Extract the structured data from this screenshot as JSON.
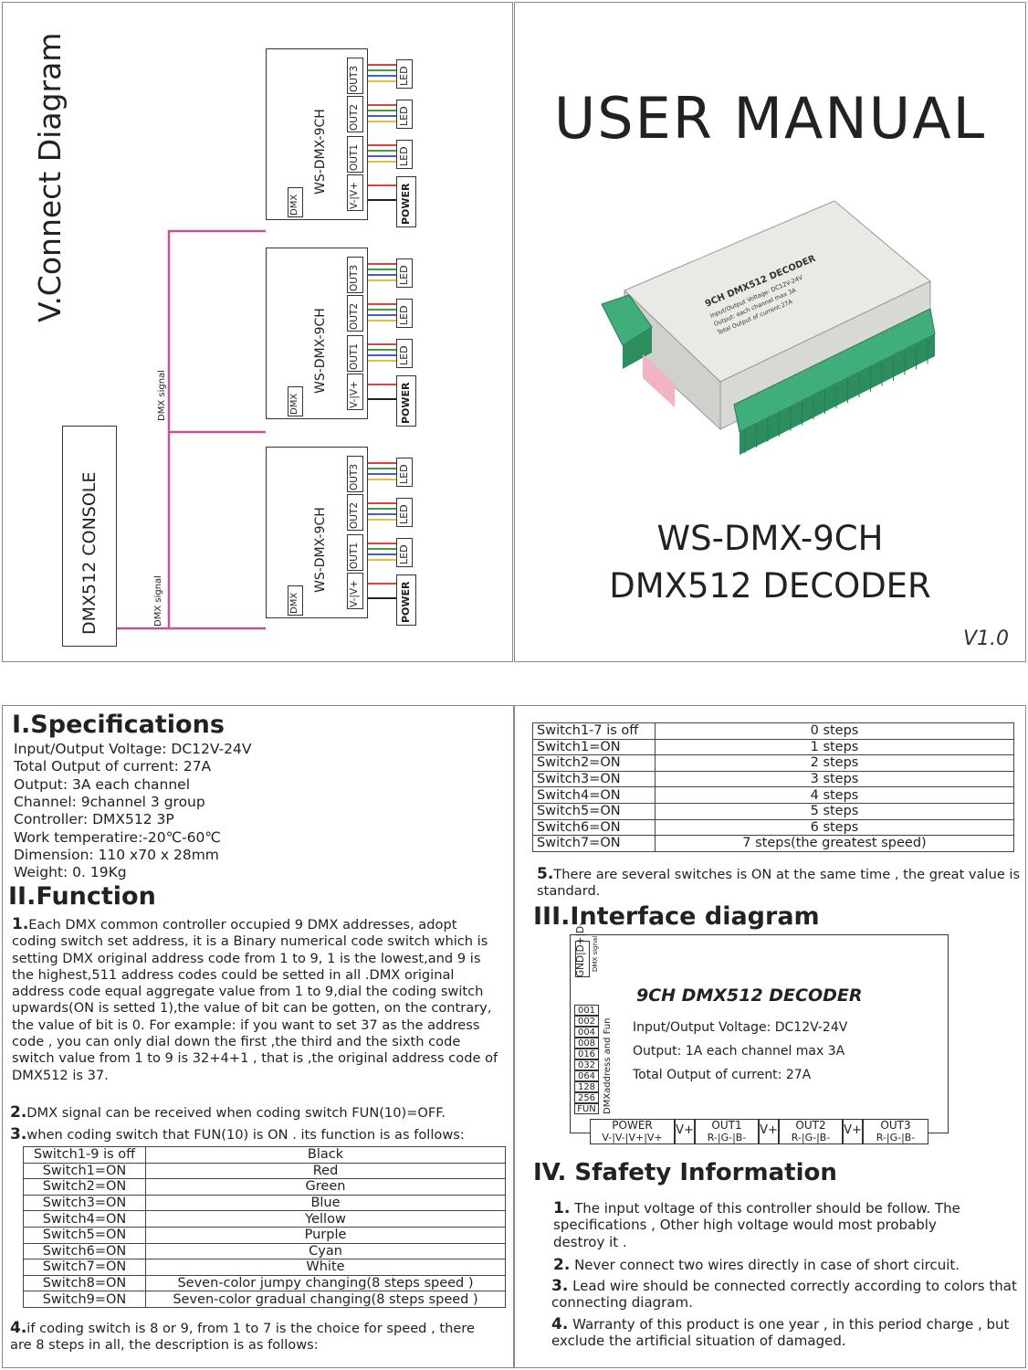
{
  "connect": {
    "title": "V.Connect Diagram",
    "console": "DMX512 CONSOLE",
    "signal_label": "DMX signal",
    "module_label": "WS-DMX-9CH",
    "dmx_label": "DMX",
    "power_in": "V-|V+",
    "out_labels": [
      "OUT1",
      "OUT2",
      "OUT3"
    ],
    "led_label": "LED",
    "power_label": "POWER"
  },
  "cover": {
    "title": "USER MANUAL",
    "model": "WS-DMX-9CH",
    "product": "DMX512 DECODER",
    "version": "V1.0",
    "device": {
      "title": "9CH DMX512 DECODER",
      "line1": "Input/Output Voltage: DC12V-24V",
      "line2": "Output: each channel max 3A",
      "line3": "Total Output of current:27A"
    }
  },
  "spec": {
    "heading": "I.Specifications",
    "lines": [
      "Input/Output Voltage: DC12V-24V",
      "Total Output of current: 27A",
      "Output: 3A each channel",
      "Channel: 9channel 3 group",
      "Controller: DMX512  3P",
      "Work temperatire:-20℃-60℃",
      "Dimension: 110 x70 x 28mm",
      "Weight: 0. 19Kg"
    ]
  },
  "function": {
    "heading": "II.Function",
    "p1_num": "1.",
    "p1": "Each DMX common controller occupied 9  DMX addresses, adopt coding switch set address, it is a Binary numerical code switch which is setting DMX original address code from 1 to 9, 1 is the lowest,and 9 is the highest,511 address codes  could be setted  in all .DMX original address code equal aggregate value from 1 to 9,dial the coding switch upwards(ON is setted 1),the value of bit can be  gotten, on the contrary, the value of bit is 0. For example: if you want to set 37 as the address code , you can only dial down the first ,the third and the  sixth code switch value from 1 to 9 is 32+4+1 , that is ,the original address  code of DMX512 is 37.",
    "p2_num": "2.",
    "p2": "DMX signal can be received when coding switch FUN(10)=OFF.",
    "p3_num": "3.",
    "p3": "when coding switch that FUN(10) is ON . its function is as follows:",
    "table": [
      [
        "Switch1-9 is off",
        "Black"
      ],
      [
        "Switch1=ON",
        "Red"
      ],
      [
        "Switch2=ON",
        "Green"
      ],
      [
        "Switch3=ON",
        "Blue"
      ],
      [
        "Switch4=ON",
        "Yellow"
      ],
      [
        "Switch5=ON",
        "Purple"
      ],
      [
        "Switch6=ON",
        "Cyan"
      ],
      [
        "Switch7=ON",
        "White"
      ],
      [
        "Switch8=ON",
        "Seven-color jumpy changing(8 steps speed )"
      ],
      [
        "Switch9=ON",
        "Seven-color gradual changing(8 steps speed )"
      ]
    ],
    "p4_num": "4.",
    "p4": "if coding switch is 8 or 9,  from 1 to 7 is the choice for speed , there are 8 steps in all, the description is as follows:"
  },
  "speed": {
    "table": [
      [
        "Switch1-7 is off",
        "0 steps"
      ],
      [
        "Switch1=ON",
        "1 steps"
      ],
      [
        "Switch2=ON",
        "2 steps"
      ],
      [
        "Switch3=ON",
        "3 steps"
      ],
      [
        "Switch4=ON",
        "4 steps"
      ],
      [
        "Switch5=ON",
        "5 steps"
      ],
      [
        "Switch6=ON",
        "6 steps"
      ],
      [
        "Switch7=ON",
        "7 steps(the greatest speed)"
      ]
    ],
    "p5_num": "5.",
    "p5": "There are several switches is ON at the same time , the great value is standard."
  },
  "interface": {
    "heading": "III.Interface diagram",
    "title": "9CH  DMX512  DECODER",
    "line1": "Input/Output Voltage: DC12V-24V",
    "line2": "Output: 1A each channel max 3A",
    "line3": "Total Output of current: 27A",
    "dmx_signal": "DMX signal",
    "dmx_pins": [
      "GND",
      "D+",
      "D-"
    ],
    "addr_label": "DMXaddress and Fun",
    "addr_values": [
      "001",
      "002",
      "004",
      "008",
      "016",
      "032",
      "064",
      "128",
      "256",
      "FUN"
    ],
    "power": "POWER",
    "power_pins": "V-|V-|V+|V+",
    "vplus": "V+",
    "outs": [
      "OUT1",
      "OUT2",
      "OUT3"
    ],
    "rgb": "R-|G-|B-"
  },
  "safety": {
    "heading": "IV. Sfafety Information",
    "items": [
      {
        "num": "1.",
        "text": "The input voltage of this controller should be follow. The specifications , Other high voltage would most probably destroy it ."
      },
      {
        "num": "2.",
        "text": "Never connect two wires directly in case of short circuit."
      },
      {
        "num": "3.",
        "text": "Lead wire should be connected correctly according to colors that connecting diagram."
      },
      {
        "num": "4.",
        "text": "Warranty of this product is one year , in this period charge , but exclude the artificial situation of damaged."
      }
    ]
  },
  "colors": {
    "dmx_wire": "#c0559a",
    "wire_colors": [
      "#e04040",
      "#40a040",
      "#4060d0",
      "#e0c040"
    ],
    "terminal_green": "#3fae7a",
    "device_body": "#e6e8e4"
  }
}
